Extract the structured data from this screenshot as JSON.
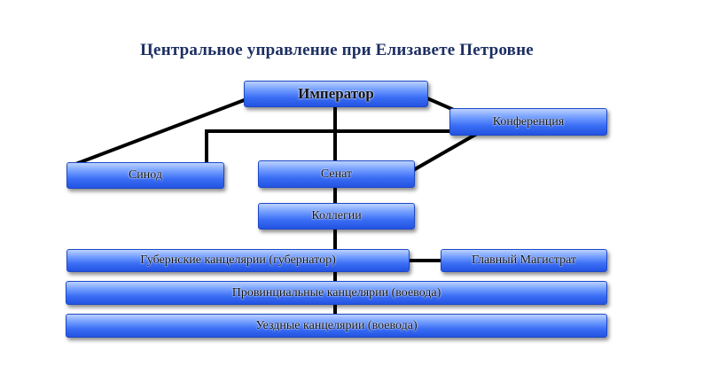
{
  "title": "Центральное управление при Елизавете Петровне",
  "nodes": {
    "emperor": "Император",
    "conference": "Конференция",
    "synod": "Синод",
    "senate": "Сенат",
    "collegia": "Коллегии",
    "gubernia": "Губернские канцелярии (губернатор)",
    "magistrat": "Главный Магистрат",
    "province": "Провинциальные канцелярии (воевода)",
    "uezd": "Уездные канцелярии (воевода)"
  }
}
